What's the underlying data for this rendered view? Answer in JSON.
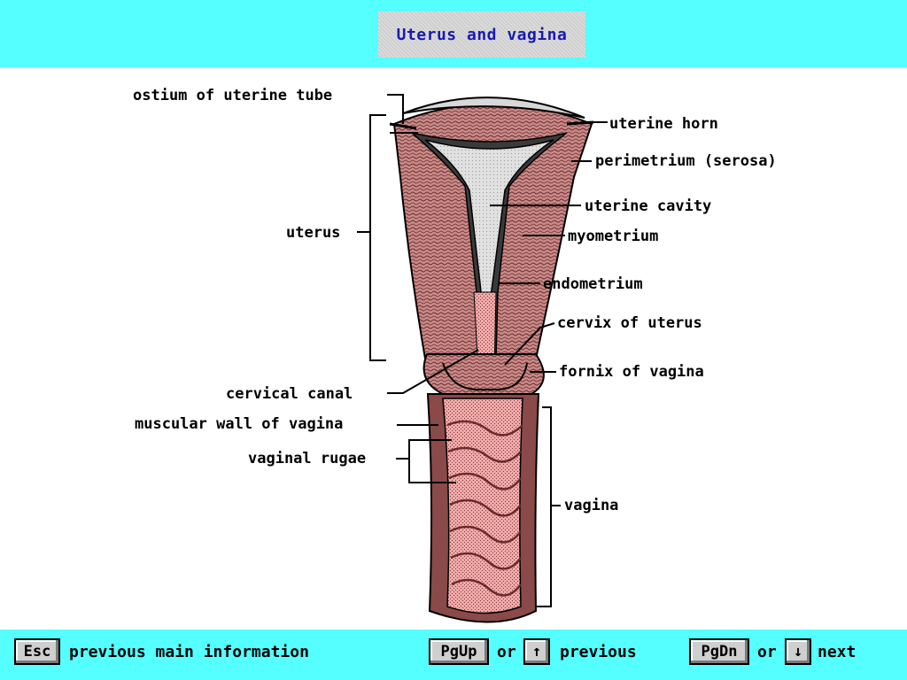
{
  "title": "Uterus and vagina",
  "labels": {
    "ostium": "ostium of uterine tube",
    "uterine_horn": "uterine horn",
    "perimetrium": "perimetrium (serosa)",
    "uterine_cavity": "uterine cavity",
    "uterus": "uterus",
    "myometrium": "myometrium",
    "endometrium": "endometrium",
    "cervix": "cervix of uterus",
    "fornix": "fornix of vagina",
    "cervical_canal": "cervical canal",
    "muscular_wall": "muscular wall of vagina",
    "vaginal_rugae": "vaginal rugae",
    "vagina": "vagina"
  },
  "footer": {
    "esc_key": "Esc",
    "esc_text": "previous main information",
    "pgup_key": "PgUp",
    "or1": "or",
    "up_arrow": "↑",
    "previous": "previous",
    "pgdn_key": "PgDn",
    "or2": "or",
    "down_arrow": "↓",
    "next": "next"
  },
  "colors": {
    "header_bg": "#55ffff",
    "title_color": "#1a1ab0",
    "tissue": "#c98a8a",
    "tissue_dark": "#8a4a4a",
    "mucosa": "#f0a8a8",
    "cavity": "#d8d8d8"
  }
}
